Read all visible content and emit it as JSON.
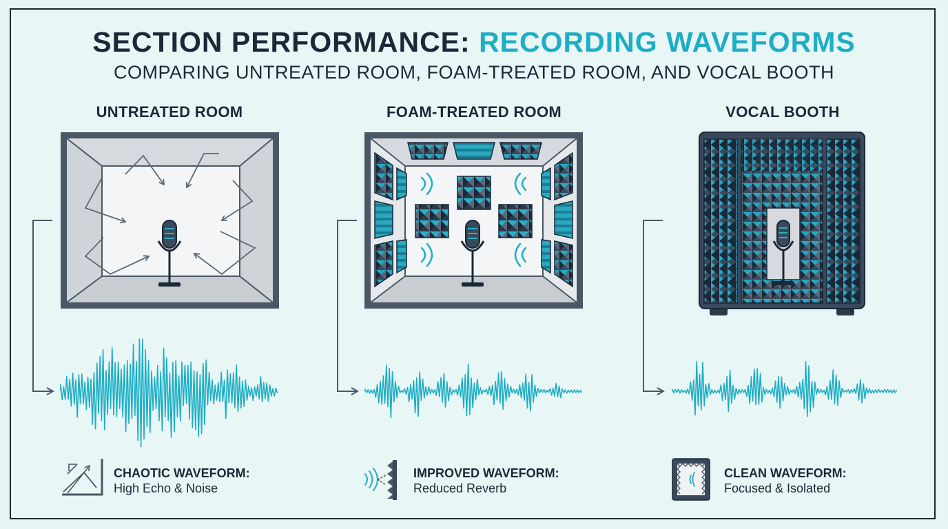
{
  "header": {
    "title_main": "SECTION PERFORMANCE: ",
    "title_accent": "RECORDING WAVEFORMS",
    "subtitle": "COMPARING UNTREATED ROOM, FOAM-TREATED ROOM, AND VOCAL BOOTH"
  },
  "panels": [
    {
      "title": "UNTREATED ROOM",
      "caption_title": "CHAOTIC WAVEFORM:",
      "caption_desc": "High Echo & Noise"
    },
    {
      "title": "FOAM-TREATED ROOM",
      "caption_title": "IMPROVED WAVEFORM:",
      "caption_desc": "Reduced Reverb"
    },
    {
      "title": "VOCAL BOOTH",
      "caption_title": "CLEAN WAVEFORM:",
      "caption_desc": "Focused & Isolated"
    }
  ],
  "colors": {
    "accent": "#1eaec4",
    "ink": "#1a2838",
    "wall": "#4a5866",
    "foam": "#3a4a5c"
  },
  "icons": [
    "microphone-icon",
    "echo-reflection-icon",
    "foam-absorption-icon",
    "booth-isolation-icon"
  ]
}
